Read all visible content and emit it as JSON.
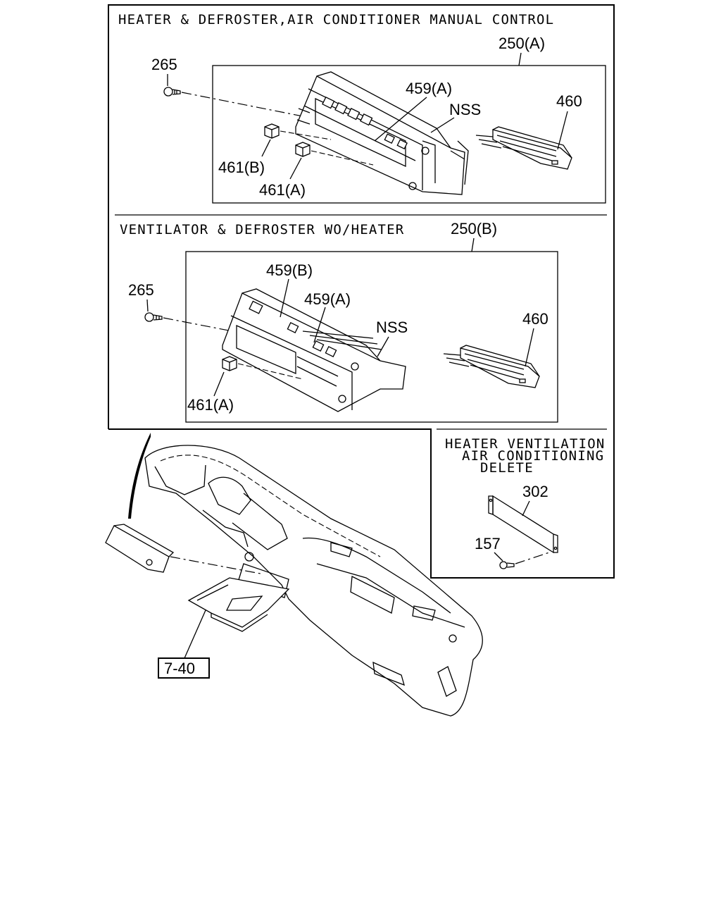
{
  "sections": {
    "top": {
      "title": "HEATER & DEFROSTER,AIR CONDITIONER MANUAL CONTROL",
      "assembly_ref": "250(A)",
      "callouts": [
        "265",
        "459(A)",
        "NSS",
        "460",
        "461(B)",
        "461(A)"
      ]
    },
    "middle": {
      "title": "VENTILATOR & DEFROSTER WO/HEATER",
      "assembly_ref": "250(B)",
      "callouts": [
        "265",
        "459(B)",
        "459(A)",
        "NSS",
        "460",
        "461(A)"
      ]
    },
    "delete": {
      "title_lines": [
        "HEATER VENTILATION",
        "AIR CONDITIONING",
        "DELETE"
      ],
      "callouts": [
        "302",
        "157"
      ]
    },
    "dashboard": {
      "ref_box": "7-40"
    }
  }
}
